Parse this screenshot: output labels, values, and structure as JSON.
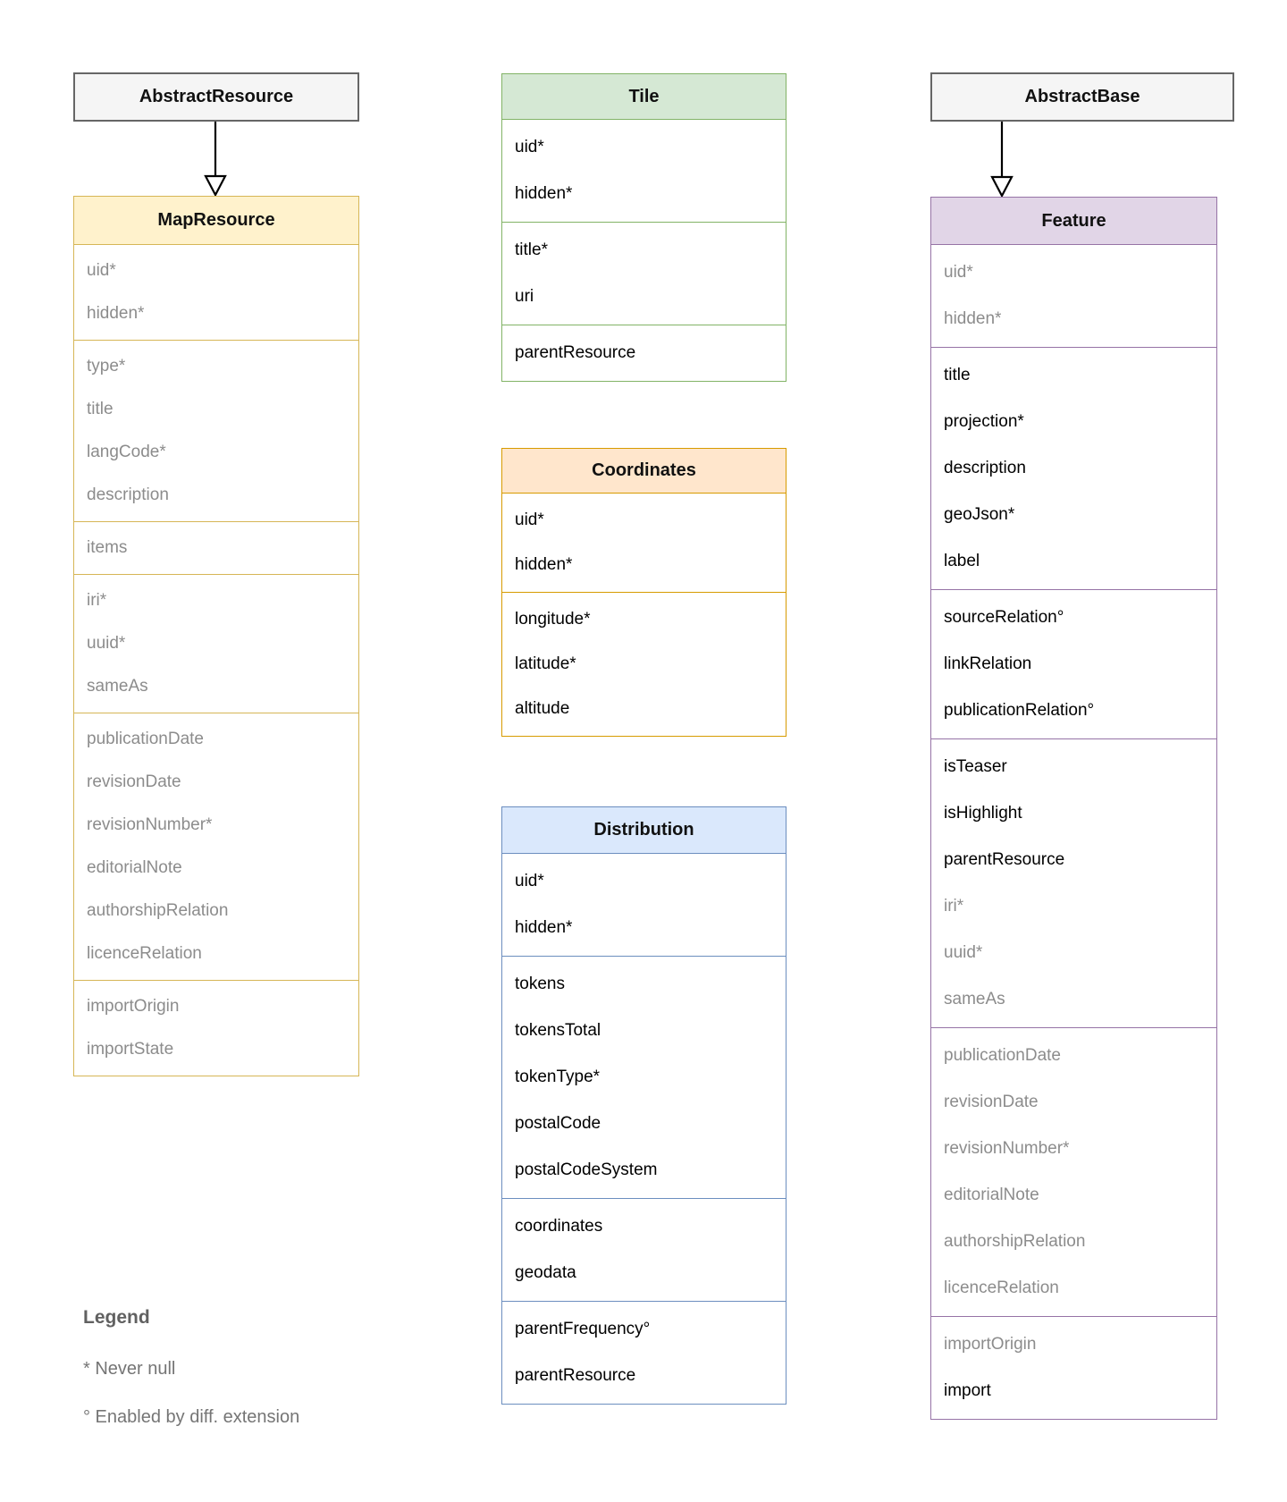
{
  "diagram": {
    "classes": [
      {
        "id": "abstract-resource",
        "title": "AbstractResource",
        "theme": "gray",
        "sections": []
      },
      {
        "id": "map-resource",
        "title": "MapResource",
        "theme": "yellow",
        "sections": [
          {
            "fields": [
              {
                "label": "uid*",
                "muted": true
              },
              {
                "label": "hidden*",
                "muted": true
              }
            ]
          },
          {
            "fields": [
              {
                "label": "type*",
                "muted": true
              },
              {
                "label": "title",
                "muted": true
              },
              {
                "label": "langCode*",
                "muted": true
              },
              {
                "label": "description",
                "muted": true
              }
            ]
          },
          {
            "fields": [
              {
                "label": "items",
                "muted": true
              }
            ]
          },
          {
            "fields": [
              {
                "label": "iri*",
                "muted": true
              },
              {
                "label": "uuid*",
                "muted": true
              },
              {
                "label": "sameAs",
                "muted": true
              }
            ]
          },
          {
            "fields": [
              {
                "label": "publicationDate",
                "muted": true
              },
              {
                "label": "revisionDate",
                "muted": true
              },
              {
                "label": "revisionNumber*",
                "muted": true
              },
              {
                "label": "editorialNote",
                "muted": true
              },
              {
                "label": "authorshipRelation",
                "muted": true
              },
              {
                "label": "licenceRelation",
                "muted": true
              }
            ]
          },
          {
            "fields": [
              {
                "label": "importOrigin",
                "muted": true
              },
              {
                "label": "importState",
                "muted": true
              }
            ]
          }
        ]
      },
      {
        "id": "tile",
        "title": "Tile",
        "theme": "green",
        "sections": [
          {
            "fields": [
              {
                "label": "uid*",
                "muted": false
              },
              {
                "label": "hidden*",
                "muted": false
              }
            ]
          },
          {
            "fields": [
              {
                "label": "title*",
                "muted": false
              },
              {
                "label": "uri",
                "muted": false
              }
            ]
          },
          {
            "fields": [
              {
                "label": "parentResource",
                "muted": false
              }
            ]
          }
        ]
      },
      {
        "id": "coordinates",
        "title": "Coordinates",
        "theme": "orange",
        "sections": [
          {
            "fields": [
              {
                "label": "uid*",
                "muted": false
              },
              {
                "label": "hidden*",
                "muted": false
              }
            ]
          },
          {
            "fields": [
              {
                "label": "longitude*",
                "muted": false
              },
              {
                "label": "latitude*",
                "muted": false
              },
              {
                "label": "altitude",
                "muted": false
              }
            ]
          }
        ]
      },
      {
        "id": "distribution",
        "title": "Distribution",
        "theme": "blue",
        "sections": [
          {
            "fields": [
              {
                "label": "uid*",
                "muted": false
              },
              {
                "label": "hidden*",
                "muted": false
              }
            ]
          },
          {
            "fields": [
              {
                "label": "tokens",
                "muted": false
              },
              {
                "label": "tokensTotal",
                "muted": false
              },
              {
                "label": "tokenType*",
                "muted": false
              },
              {
                "label": "postalCode",
                "muted": false
              },
              {
                "label": "postalCodeSystem",
                "muted": false
              }
            ]
          },
          {
            "fields": [
              {
                "label": "coordinates",
                "muted": false
              },
              {
                "label": "geodata",
                "muted": false
              }
            ]
          },
          {
            "fields": [
              {
                "label": "parentFrequency°",
                "muted": false
              },
              {
                "label": "parentResource",
                "muted": false
              }
            ]
          }
        ]
      },
      {
        "id": "abstract-base",
        "title": "AbstractBase",
        "theme": "gray",
        "sections": []
      },
      {
        "id": "feature",
        "title": "Feature",
        "theme": "purple",
        "sections": [
          {
            "fields": [
              {
                "label": "uid*",
                "muted": true
              },
              {
                "label": "hidden*",
                "muted": true
              }
            ]
          },
          {
            "fields": [
              {
                "label": "title",
                "muted": false
              },
              {
                "label": "projection*",
                "muted": false
              },
              {
                "label": "description",
                "muted": false
              },
              {
                "label": "geoJson*",
                "muted": false
              },
              {
                "label": "label",
                "muted": false
              }
            ]
          },
          {
            "fields": [
              {
                "label": "sourceRelation°",
                "muted": false
              },
              {
                "label": "linkRelation",
                "muted": false
              },
              {
                "label": "publicationRelation°",
                "muted": false
              }
            ]
          },
          {
            "fields": [
              {
                "label": "isTeaser",
                "muted": false
              },
              {
                "label": "isHighlight",
                "muted": false
              },
              {
                "label": "parentResource",
                "muted": false
              },
              {
                "label": "iri*",
                "muted": true
              },
              {
                "label": "uuid*",
                "muted": true
              },
              {
                "label": "sameAs",
                "muted": true
              }
            ]
          },
          {
            "fields": [
              {
                "label": "publicationDate",
                "muted": true
              },
              {
                "label": "revisionDate",
                "muted": true
              },
              {
                "label": "revisionNumber*",
                "muted": true
              },
              {
                "label": "editorialNote",
                "muted": true
              },
              {
                "label": "authorshipRelation",
                "muted": true
              },
              {
                "label": "licenceRelation",
                "muted": true
              }
            ]
          },
          {
            "fields": [
              {
                "label": "importOrigin",
                "muted": true
              },
              {
                "label": "import",
                "muted": false
              }
            ]
          }
        ]
      }
    ],
    "relations": [
      {
        "from": "AbstractResource",
        "to": "MapResource"
      },
      {
        "from": "AbstractBase",
        "to": "Feature"
      }
    ],
    "legend": {
      "title": "Legend",
      "items": [
        "* Never null",
        "° Enabled by diff. extension"
      ]
    },
    "colors": {
      "gray": {
        "fill": "#f5f5f5",
        "border": "#666666"
      },
      "yellow": {
        "fill": "#fff2cc",
        "border": "#d6b656"
      },
      "green": {
        "fill": "#d5e8d4",
        "border": "#82b366"
      },
      "orange": {
        "fill": "#ffe6cc",
        "border": "#d79b00"
      },
      "blue": {
        "fill": "#dae8fc",
        "border": "#6c8ebf"
      },
      "purple": {
        "fill": "#e1d5e7",
        "border": "#9673a6"
      },
      "field_text": "#000000",
      "muted_text": "#8c8c8c",
      "legend_text": "#757575",
      "arrow": "#000000"
    }
  }
}
